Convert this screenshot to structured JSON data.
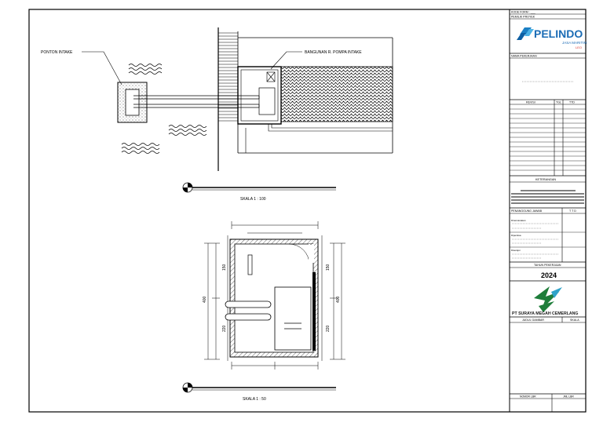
{
  "titleblock": {
    "kode_form": "KODE FORM : ___",
    "pemilik_proyek": "PEMILIK PROYEK",
    "logo_main": "PELINDO",
    "logo_sub": "JASA MARITIM",
    "logo_tag": "LEO",
    "nama_pekerjaan": "NAMA PEKERJAAN",
    "revisi_header": [
      "REVISI",
      "TGL",
      "TTD"
    ],
    "keterangan": "KETERANGAN",
    "penanggung_jawab": "PENANGGUNG JAWAB",
    "ttd": "T T D",
    "roles": [
      "Direncanakan",
      "Diperiksa",
      "Disetujui"
    ],
    "tahun_label": "TAHUN PEKERJAAN",
    "tahun": "2024",
    "company": "PT SURAYA MEGAH CEMERLANG",
    "judul_gambar": "JUDUL GAMBAR",
    "skala": "SKALA",
    "nomor_label": "NOMOR LBR",
    "jml_label": "JML LBR"
  },
  "drawing": {
    "label_ponton": "PONTON INTAKE",
    "label_bangunan": "BANGUNAN R. POMPA INTAKE",
    "scale_top": "SKALA 1 : 100",
    "scale_bottom": "SKALA 1 : 50",
    "dims": [
      "150",
      "400",
      "220",
      "150",
      "400",
      "220"
    ]
  }
}
